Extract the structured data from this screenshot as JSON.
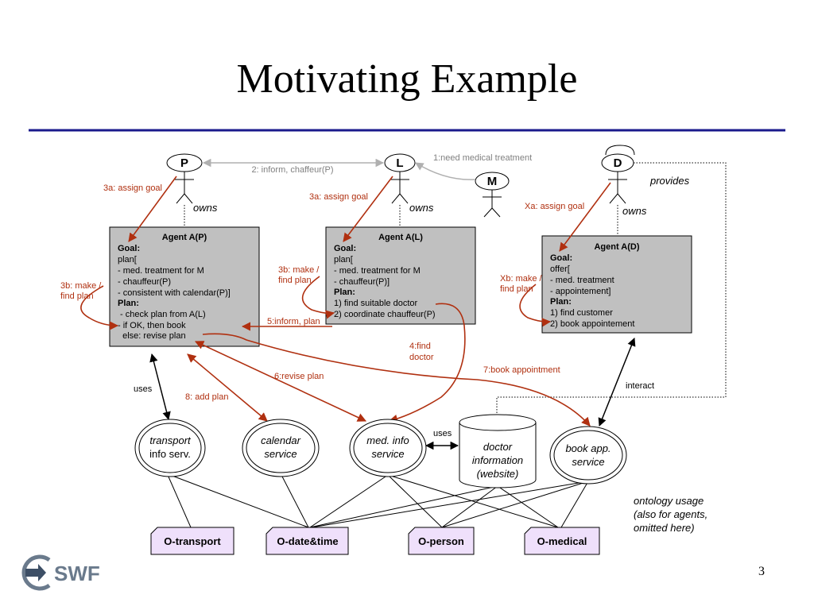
{
  "title": "Motivating Example",
  "page_number": "3",
  "logo_text": "SWF",
  "actors": {
    "p": "P",
    "l": "L",
    "m": "M",
    "d": "D"
  },
  "agents": {
    "ap": {
      "title": "Agent A(P)",
      "lines": [
        "Goal:",
        "plan[",
        "- med. treatment for M",
        "- chauffeur(P)",
        "- consistent with calendar(P)]",
        "Plan:",
        " - check plan from A(L)",
        "- if OK, then book",
        "  else: revise plan"
      ]
    },
    "al": {
      "title": "Agent A(L)",
      "lines": [
        "Goal:",
        "plan[",
        "- med. treatment for M",
        "- chauffeur(P)]",
        "Plan:",
        "1) find suitable doctor",
        "2) coordinate chauffeur(P)"
      ]
    },
    "ad": {
      "title": "Agent A(D)",
      "lines": [
        "Goal:",
        "offer[",
        "- med. treatment",
        "- appointement]",
        "Plan:",
        "1) find customer",
        "2) book appointement"
      ]
    }
  },
  "labels": {
    "need_medical": "1:need medical treatment",
    "inform_chauffeur": "2: inform, chaffeur(P)",
    "assign_goal_p": "3a: assign goal",
    "assign_goal_l": "3a: assign goal",
    "assign_goal_d": "Xa: assign goal",
    "make_plan_p_1": "3b: make /",
    "make_plan_p_2": "find plan",
    "make_plan_l_1": "3b: make /",
    "make_plan_l_2": "find plan",
    "make_plan_d_1": "Xb: make /",
    "make_plan_d_2": "find plan",
    "owns_p": "owns",
    "owns_l": "owns",
    "owns_d": "owns",
    "provides": "provides",
    "inform_plan": "5:inform, plan",
    "find_doctor_1": "4:find",
    "find_doctor_2": "doctor",
    "revise_plan": "6:revise plan",
    "book_appointment": "7:book appointment",
    "add_plan": "8: add plan",
    "uses_left": "uses",
    "uses_right": "uses",
    "interact": "interact",
    "ontology_1": "ontology usage",
    "ontology_2": "(also for agents,",
    "ontology_3": "omitted here)"
  },
  "services": {
    "transport_1": "transport",
    "transport_2": "info serv.",
    "calendar_1": "calendar",
    "calendar_2": "service",
    "medinfo_1": "med. info",
    "medinfo_2": "service",
    "bookapp_1": "book app.",
    "bookapp_2": "service",
    "doctor_1": "doctor",
    "doctor_2": "information",
    "doctor_3": "(website)"
  },
  "ontologies": [
    "O-transport",
    "O-date&time",
    "O-person",
    "O-medical"
  ],
  "colors": {
    "accent_line": "#1a1a8c",
    "arrow_red": "#b03010",
    "agent_fill": "#c0c0c0",
    "ontology_fill": "#efe0fb"
  }
}
